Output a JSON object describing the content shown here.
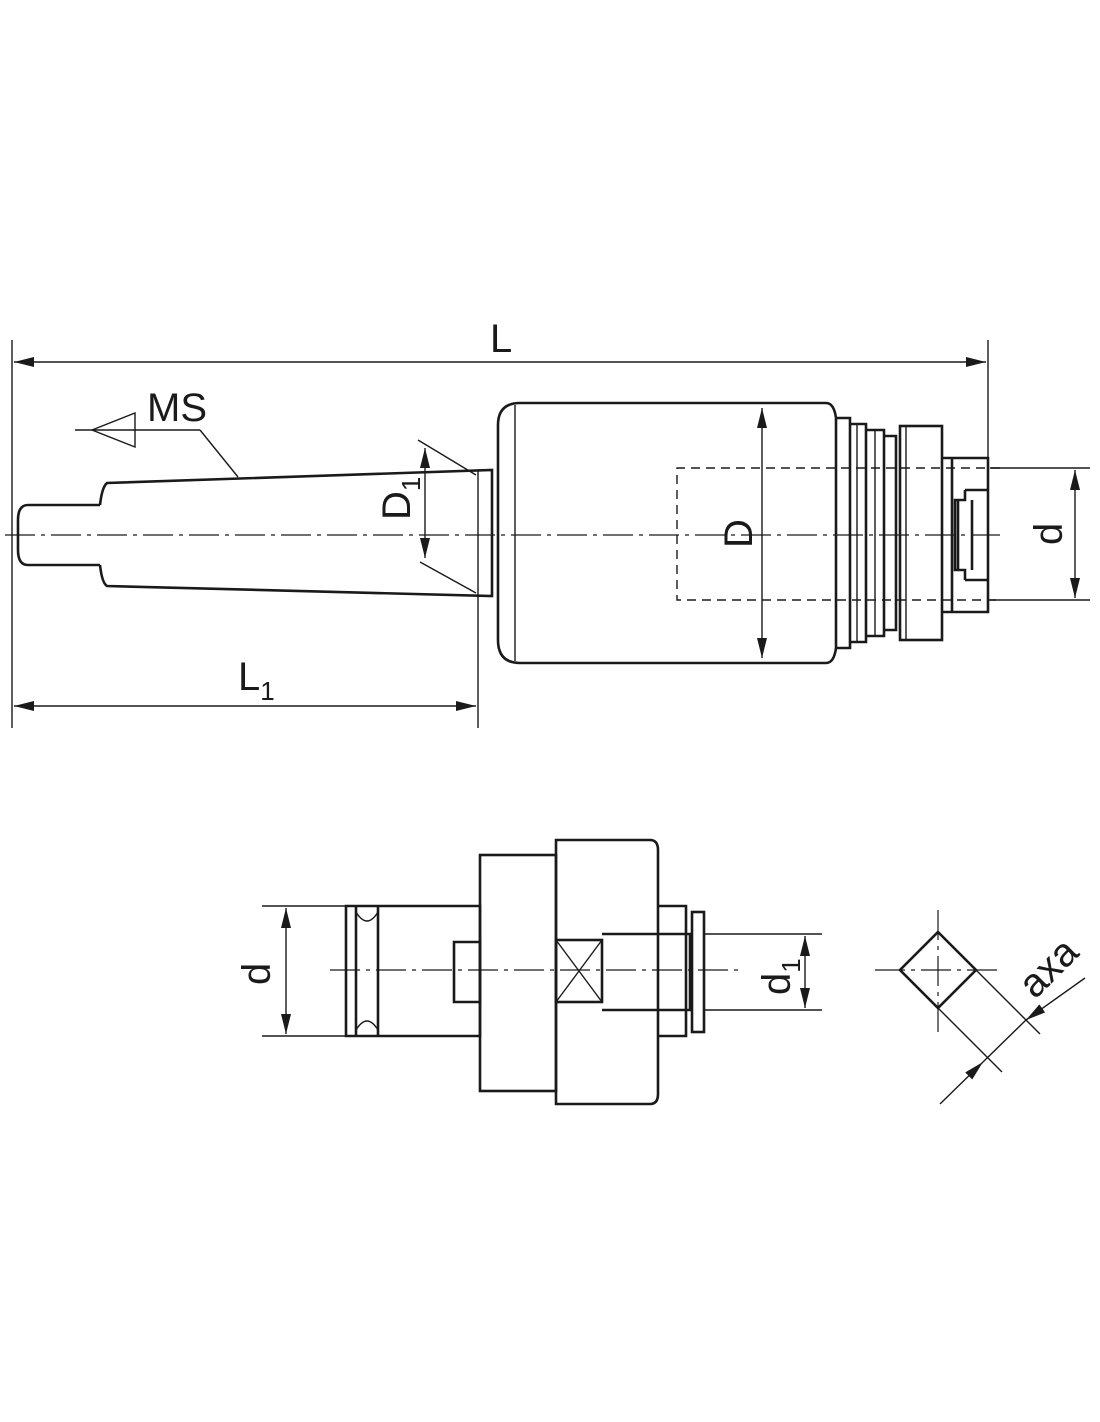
{
  "labels": {
    "L": "L",
    "MS": "MS",
    "D1_main": "D",
    "D1_sub": "1",
    "D": "D",
    "d_top": "d",
    "L1_main": "L",
    "L1_sub": "1",
    "d_bottom": "d",
    "d1_main": "d",
    "d1_sub": "1",
    "axa": "axa"
  }
}
